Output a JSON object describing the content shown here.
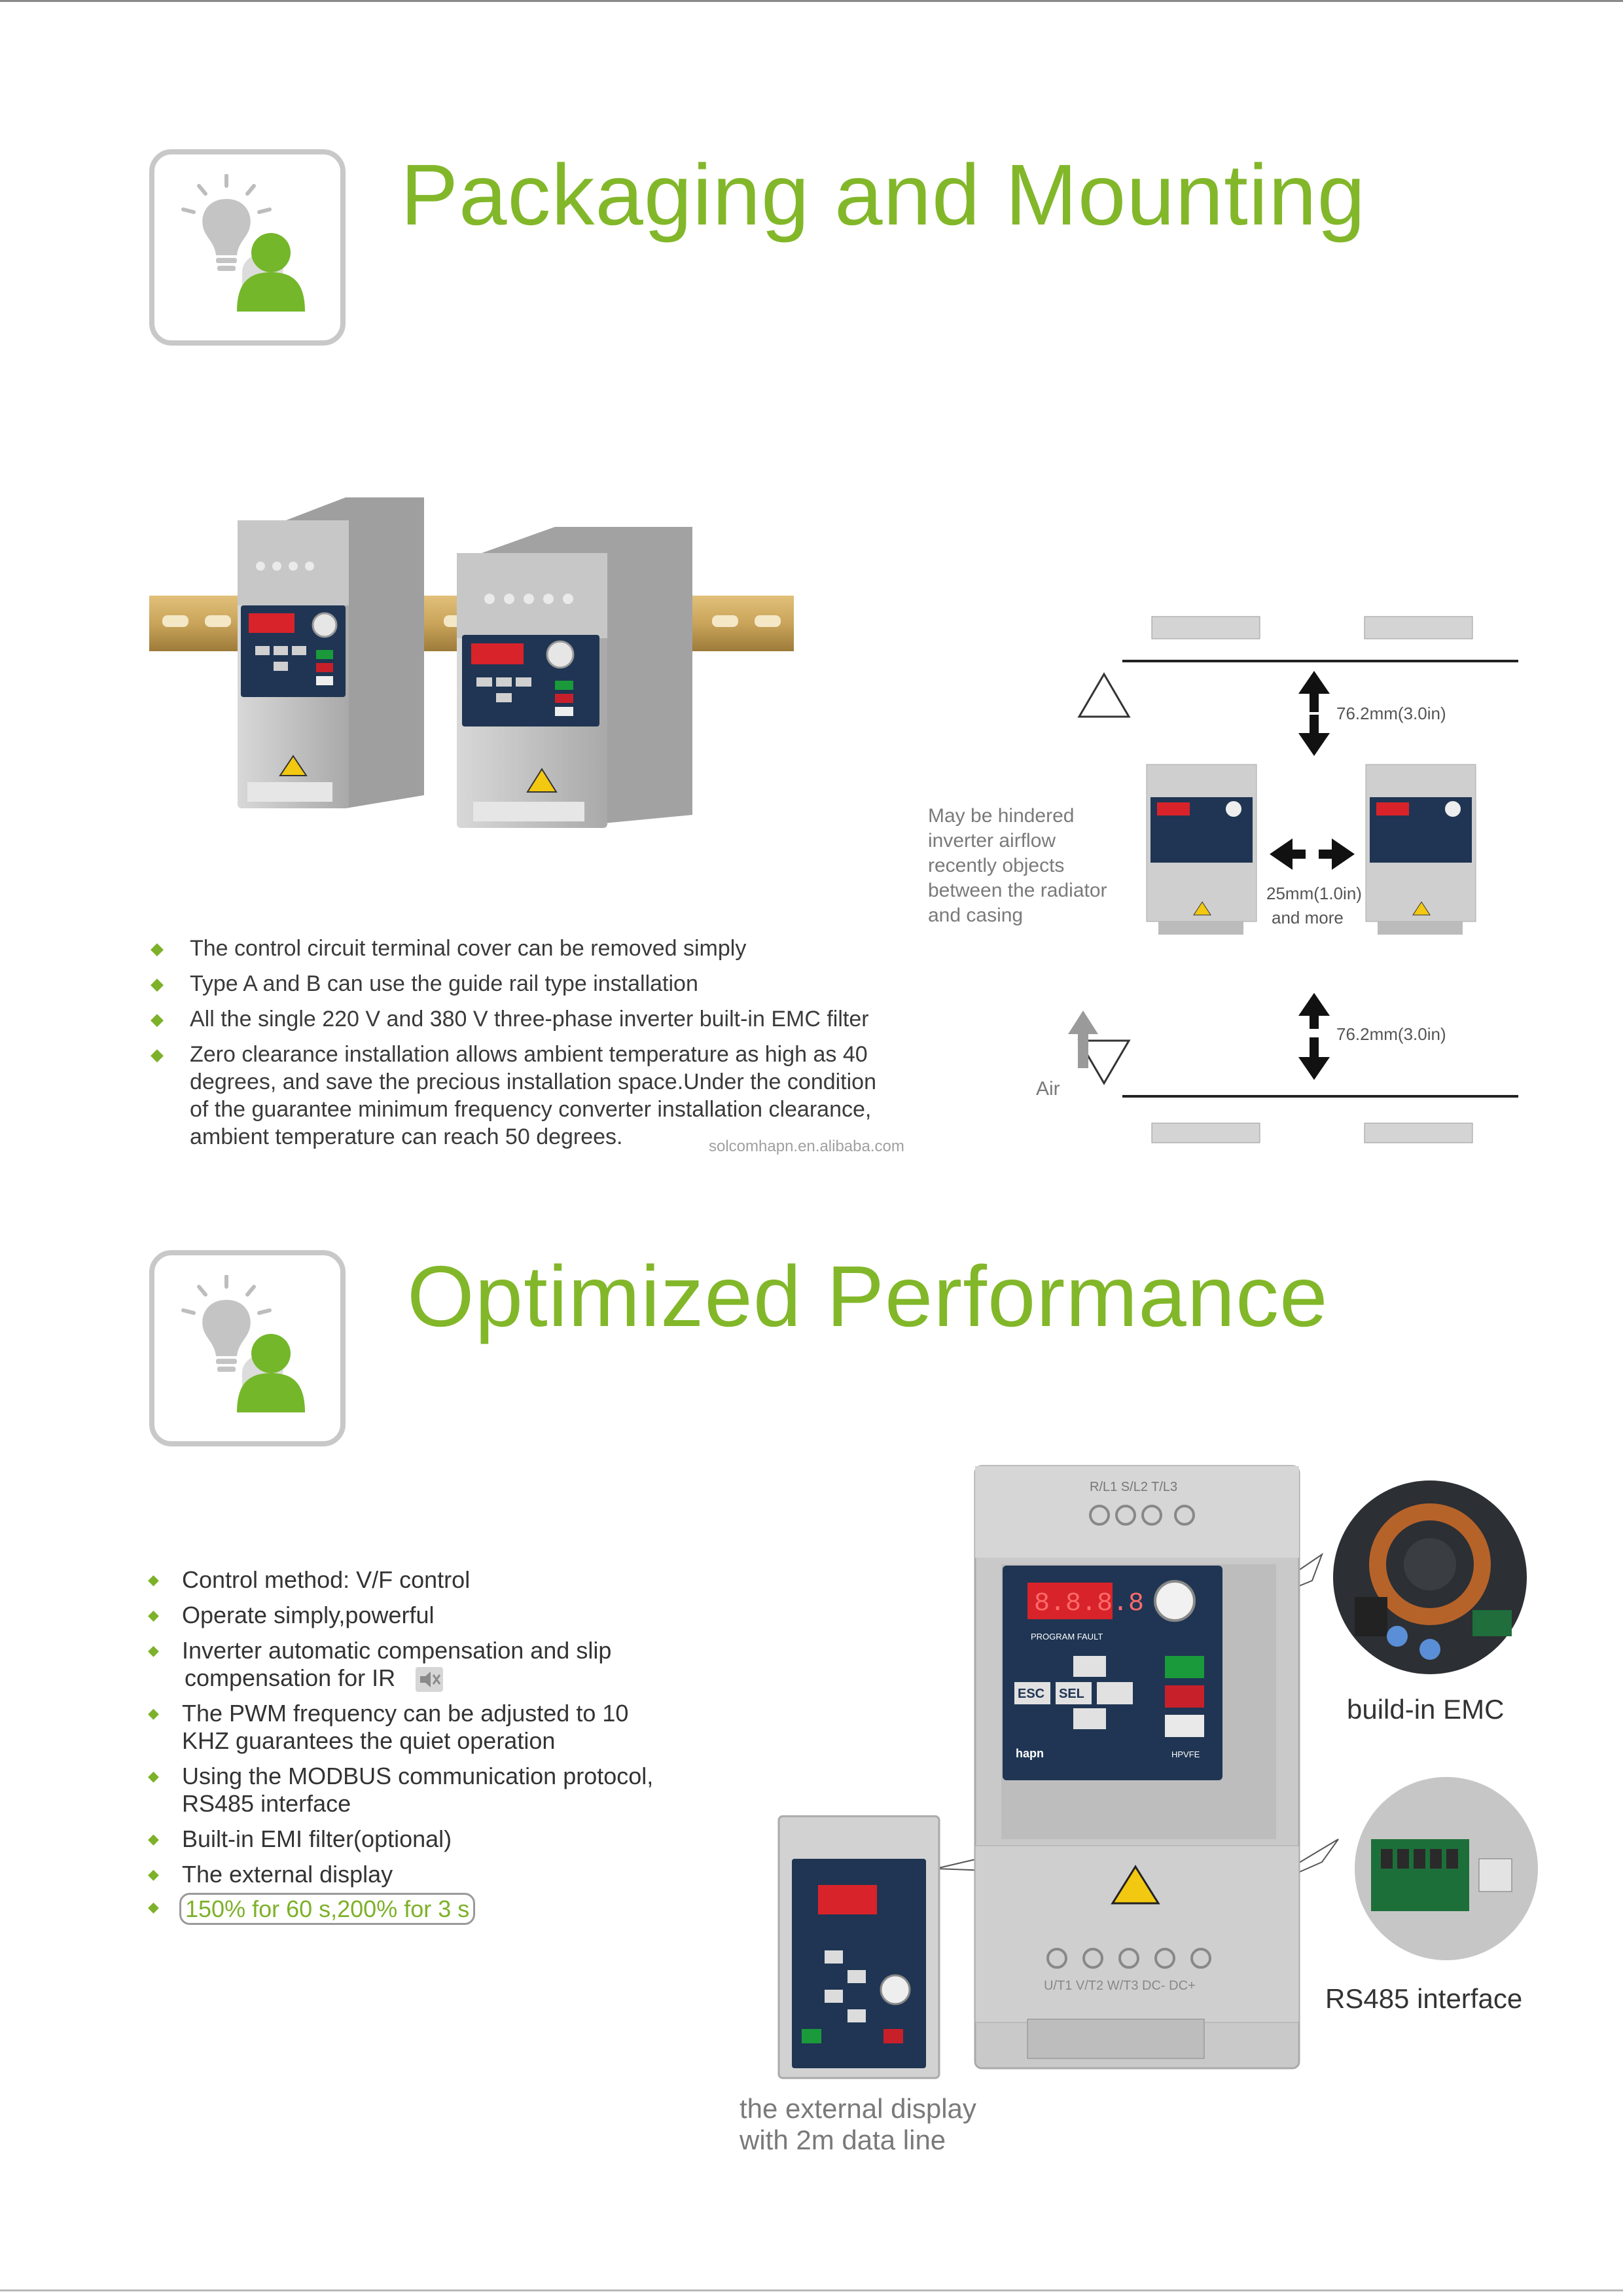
{
  "section1": {
    "title": "Packaging and Mounting",
    "bullets": [
      "The control circuit terminal cover can be  removed simply",
      "Type A and B can use the guide rail type installation",
      "All the single 220 V and 380 V three-phase inverter built-in EMC filter",
      "Zero clearance installation allows ambient temperature as high as 40",
      "degrees, and save the precious installation space.Under the condition",
      "of the guarantee minimum frequency converter installation clearance,",
      "ambient temperature can reach 50 degrees."
    ],
    "watermark": "solcomhapn.en.alibaba.com",
    "diagram": {
      "top_gap": "76.2mm(3.0in)",
      "bottom_gap": "76.2mm(3.0in)",
      "side_gap_1": "25mm(1.0in)",
      "side_gap_2": "and more",
      "note": [
        "May be hindered",
        "inverter airflow",
        "recently objects",
        "between the radiator",
        "and casing"
      ],
      "air_label": "Air"
    }
  },
  "section2": {
    "title": "Optimized  Performance",
    "bullets": [
      "Control method: V/F control",
      "Operate simply,powerful",
      "Inverter automatic compensation and slip",
      "compensation for IR",
      "The PWM frequency can be adjusted to 10",
      "KHZ guarantees the quiet operation",
      "Using the MODBUS communication protocol,",
      "RS485 interface",
      "Built-in EMI filter(optional)",
      "The external display"
    ],
    "highlight": "150% for 60 s,200% for 3 s",
    "captions": {
      "emc": "build-in EMC",
      "rs485": "RS485 interface",
      "ext1": "the external display",
      "ext2": "with 2m data line"
    },
    "device": {
      "top_terminals": "R/L1  S/L2  T/L3",
      "bottom_terminals": "U/T1  V/T2  W/T3  DC-  DC+",
      "keys": [
        "ESC",
        "SEL"
      ],
      "panel_label": "PROGRAM FAULT",
      "brand": "hapn",
      "model": "HPVFE"
    }
  },
  "colors": {
    "accent": "#82b72a",
    "tile_border": "#c8c8c8",
    "device_gray": "#c9c9c9",
    "panel_navy": "#1f3553",
    "led_red": "#d8232a",
    "rail_gold": "#c9a45a"
  },
  "icons": [
    "lightbulb-icon",
    "person-icon",
    "warning-icon",
    "arrow-up-icon",
    "arrow-down-icon",
    "arrow-left-icon",
    "arrow-right-icon",
    "triangle-up-icon",
    "triangle-down-icon"
  ]
}
